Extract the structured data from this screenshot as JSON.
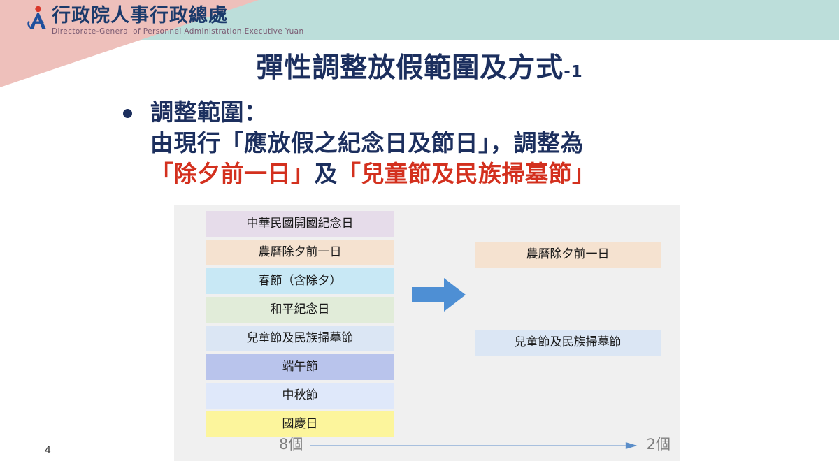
{
  "header": {
    "org_name_zh": "行政院人事行政總處",
    "org_name_en": "Directorate-General of Personnel Administration,Executive Yuan",
    "logo_icon": "person-emblem-icon",
    "band_color": "#bcdeda",
    "wedge_color": "#eec0bb"
  },
  "title": {
    "main": "彈性調整放假範圍及方式",
    "suffix": "-1",
    "color": "#1c2f5e"
  },
  "body": {
    "bullet_icon": "bullet-dot-icon",
    "line1": "調整範圍：",
    "line2": "由現行「應放假之紀念日及節日」，調整為",
    "line3": {
      "part1_red": "「除夕前一日」",
      "part2_navy": "及",
      "part3_red": "「兒童節及民族掃墓節」"
    },
    "red_color": "#d3301e",
    "navy_color": "#1c2f5e"
  },
  "diagram": {
    "current_holidays": [
      {
        "label": "中華民國開國紀念日",
        "color": "#e6dcea"
      },
      {
        "label": "農曆除夕前一日",
        "color": "#f5e2d0"
      },
      {
        "label": "春節（含除夕）",
        "color": "#c8e8f5"
      },
      {
        "label": "和平紀念日",
        "color": "#e1ecd9"
      },
      {
        "label": "兒童節及民族掃墓節",
        "color": "#dbe6f4"
      },
      {
        "label": "端午節",
        "color": "#b9c4ec"
      },
      {
        "label": "中秋節",
        "color": "#dfe8fa"
      },
      {
        "label": "國慶日",
        "color": "#fcf59c"
      }
    ],
    "adjusted_holidays": [
      {
        "label": "農曆除夕前一日",
        "color": "#f5e2d0"
      },
      {
        "label": "兒童節及民族掃墓節",
        "color": "#dbe6f4"
      }
    ],
    "arrow_icon": "right-arrow-icon",
    "arrow_color": "#4e8fd4",
    "count_from": "8個",
    "count_to": "2個",
    "count_connector_icon": "arrow-line-icon",
    "count_color": "#7f7f7f",
    "panel_color": "#f0f0f0"
  },
  "footer": {
    "page_number": "4"
  }
}
